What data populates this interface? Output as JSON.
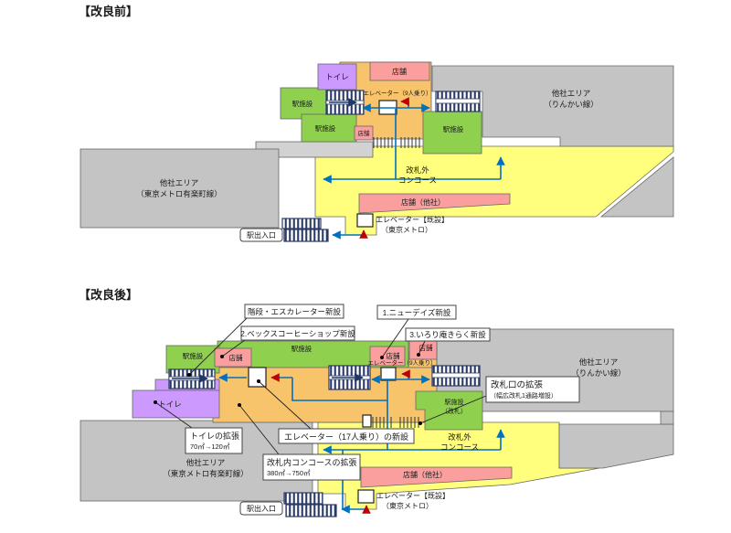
{
  "colors": {
    "yellow": "#FFFF7D",
    "orange": "#F7C46C",
    "green": "#8FD14F",
    "purple": "#CC99FF",
    "pink": "#FB9E9E",
    "gray": "#C4C4C4",
    "gray_light": "#D2D2D2",
    "arrow_blue": "#0070C0",
    "arrow_red": "#C00000",
    "stairs_navy": "#2b3a67"
  },
  "before": {
    "title": "【改良前】",
    "toilet": "トイレ",
    "shop_top": "店舗",
    "facility_upper": "駅施設",
    "facility_lower": "駅施設",
    "shop_small": "店舗",
    "elevator9": "エレベーター（9人乗り）",
    "facility_right": "駅施設",
    "rinkai1": "他社エリア",
    "rinkai2": "（りんかい線）",
    "concourse1": "改札外",
    "concourse2": "コンコース",
    "shop_other": "店舗（他社）",
    "metro1": "他社エリア",
    "metro2": "（東京メトロ有楽町線）",
    "entrance": "駅出入口",
    "elev_exist1": "エレベーター【既設】",
    "elev_exist2": "（東京メトロ）"
  },
  "after": {
    "title": "【改良後】",
    "facility_band": "駅施設",
    "facility_left": "駅施設",
    "shop1": "店舗",
    "shop2": "店舗",
    "shop3": "店舗",
    "toilet": "トイレ",
    "elevator9": "エレベーター（9人乗り）",
    "facility_gate1": "駅施設",
    "facility_gate2": "（改札）",
    "rinkai1": "他社エリア",
    "rinkai2": "（りんかい線）",
    "concourse1": "改札外",
    "concourse2": "コンコース",
    "shop_other": "店舗（他社）",
    "metro1": "他社エリア",
    "metro2": "（東京メトロ有楽町線）",
    "entrance": "駅出入口",
    "elev_exist1": "エレベーター【既設】",
    "elev_exist2": "（東京メトロ）",
    "callout_stairs": "階段・エスカレーター新設",
    "callout_becks": "2.ベックスコーヒーショップ新設",
    "callout_newdays": "1.ニューデイズ新設",
    "callout_irorian": "3.いろり庵きらく新設",
    "callout_gate1": "改札口の拡張",
    "callout_gate2": "（幅広改札1通路増設）",
    "callout_toilet1": "トイレの拡張",
    "callout_toilet2": "70㎡→120㎡",
    "callout_elev17": "エレベーター（17人乗り）の新設",
    "callout_concourse1": "改札内コンコースの拡張",
    "callout_concourse2": "380㎡→750㎡"
  }
}
